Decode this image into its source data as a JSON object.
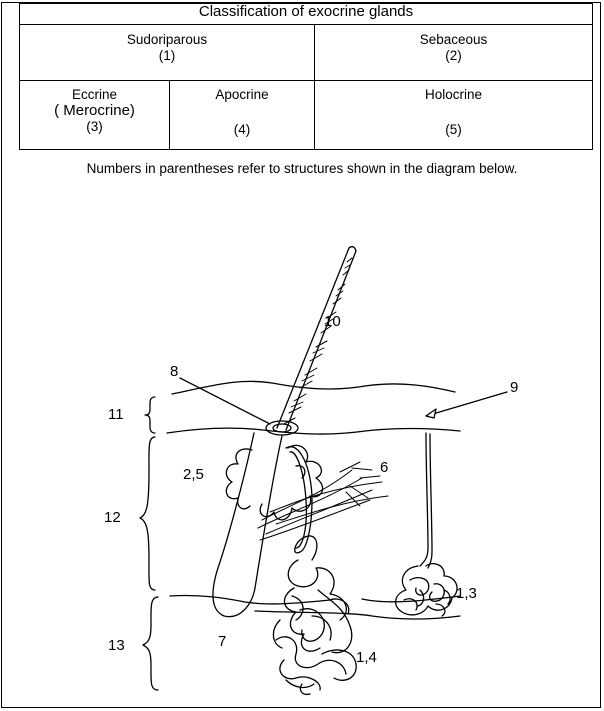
{
  "table": {
    "title": "Classification of exocrine glands",
    "sudoriparous": {
      "name": "Sudoriparous",
      "num": "(1)"
    },
    "sebaceous": {
      "name": "Sebaceous",
      "num": "(2)"
    },
    "eccrine": {
      "name": "Eccrine",
      "alt": "( Merocrine)",
      "num": "(3)"
    },
    "apocrine": {
      "name": "Apocrine",
      "num": "(4)"
    },
    "holocrine": {
      "name": "Holocrine",
      "num": "(5)"
    }
  },
  "note": "Numbers in parentheses refer to structures shown in the diagram below.",
  "diagram": {
    "labels": {
      "l10": "10",
      "l8": "8",
      "l9": "9",
      "l11": "11",
      "l25": "2,5",
      "l6": "6",
      "l12": "12",
      "l7": "7",
      "l13": "13",
      "l13b": "1,3",
      "l14": "1,4"
    }
  }
}
